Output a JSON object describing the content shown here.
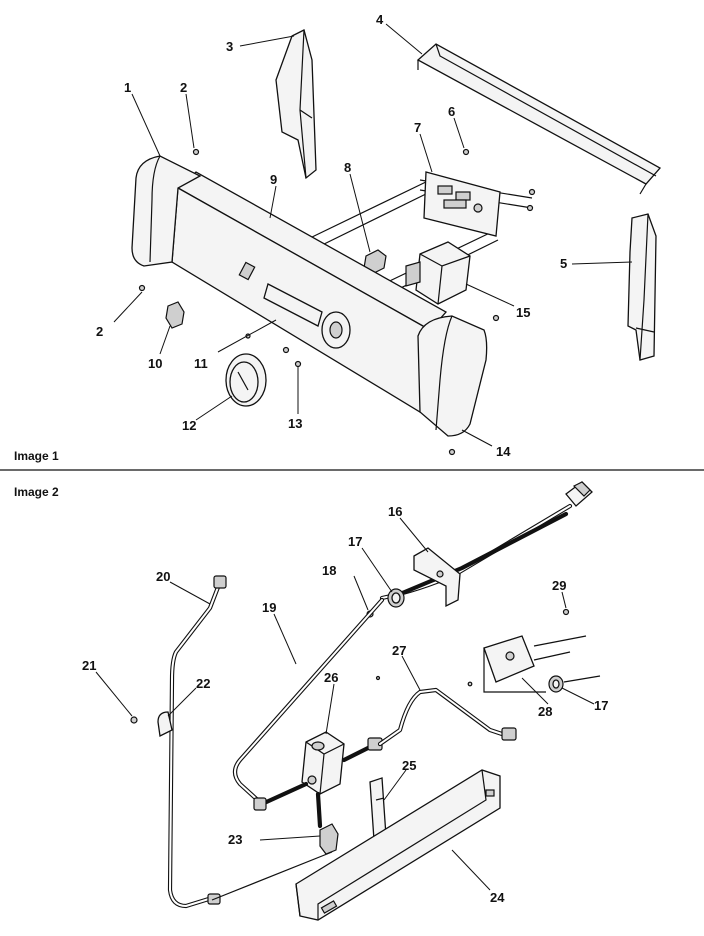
{
  "panels": [
    {
      "label": "Image 1"
    },
    {
      "label": "Image 2"
    }
  ],
  "callouts": [
    "1",
    "2",
    "3",
    "4",
    "5",
    "6",
    "7",
    "8",
    "9",
    "2",
    "10",
    "11",
    "12",
    "13",
    "14",
    "15",
    "16",
    "17",
    "18",
    "19",
    "20",
    "21",
    "22",
    "23",
    "24",
    "25",
    "26",
    "27",
    "28",
    "17",
    "29"
  ],
  "colors": {
    "ink": "#111111",
    "paper": "#ffffff"
  }
}
